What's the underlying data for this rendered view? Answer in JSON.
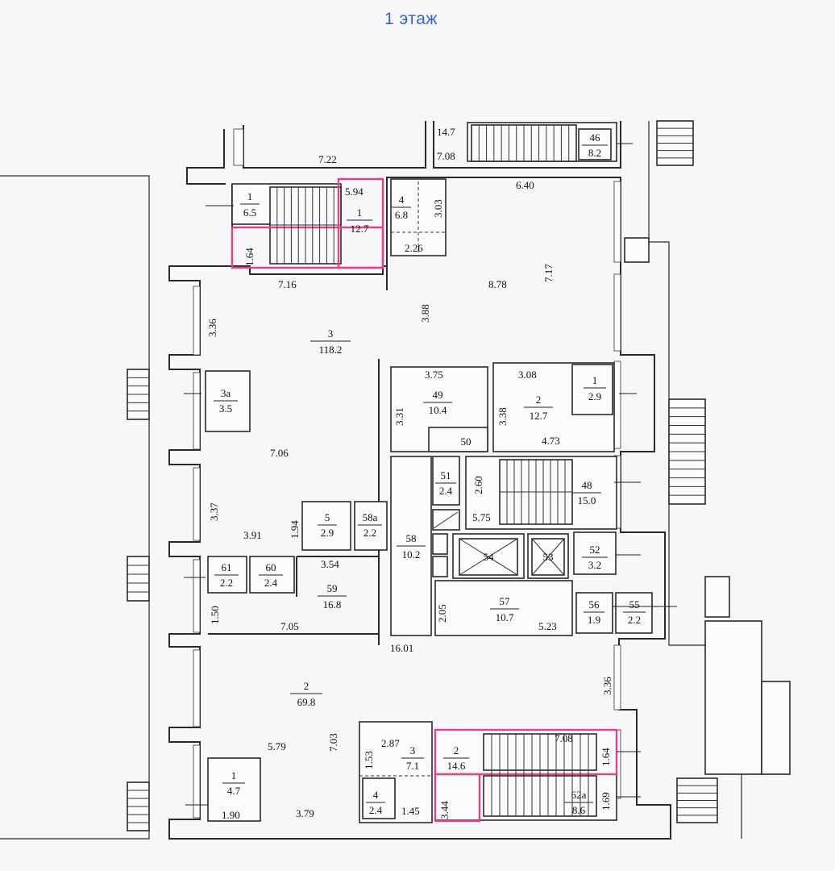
{
  "title": "1 этаж",
  "colors": {
    "title": "#2f67c8",
    "highlight": "#e0418a",
    "line": "#2a2a2a"
  },
  "rooms": [
    {
      "num": "1",
      "area": "6.5"
    },
    {
      "num": "1",
      "area": "12.7"
    },
    {
      "num": "4",
      "area": "6.8"
    },
    {
      "num": "46",
      "area": "8.2"
    },
    {
      "num": "3",
      "area": "118.2"
    },
    {
      "num": "3а",
      "area": "3.5"
    },
    {
      "num": "49",
      "area": "10.4"
    },
    {
      "num": "50",
      "area": ""
    },
    {
      "num": "2",
      "area": "12.7"
    },
    {
      "num": "1",
      "area": "2.9"
    },
    {
      "num": "51",
      "area": "2.4"
    },
    {
      "num": "48",
      "area": "15.0"
    },
    {
      "num": "5",
      "area": "2.9"
    },
    {
      "num": "58а",
      "area": "2.2"
    },
    {
      "num": "58",
      "area": "10.2"
    },
    {
      "num": "54",
      "area": ""
    },
    {
      "num": "53",
      "area": ""
    },
    {
      "num": "52",
      "area": "3.2"
    },
    {
      "num": "61",
      "area": "2.2"
    },
    {
      "num": "60",
      "area": "2.4"
    },
    {
      "num": "59",
      "area": "16.8"
    },
    {
      "num": "57",
      "area": "10.7"
    },
    {
      "num": "56",
      "area": "1.9"
    },
    {
      "num": "55",
      "area": "2.2"
    },
    {
      "num": "2",
      "area": "69.8"
    },
    {
      "num": "3",
      "area": "7.1"
    },
    {
      "num": "2",
      "area": "14.6"
    },
    {
      "num": "1",
      "area": "4.7"
    },
    {
      "num": "4",
      "area": "2.4"
    },
    {
      "num": "62а",
      "area": "8.6"
    }
  ],
  "dims": [
    "14.7",
    "7.08",
    "7.22",
    "5.94",
    "3.03",
    "6.40",
    "2.26",
    "1.64",
    "7.16",
    "8.78",
    "7.17",
    "3.88",
    "3.36",
    "3.75",
    "3.08",
    "3.31",
    "3.38",
    "4.73",
    "7.06",
    "2.60",
    "5.75",
    "3.37",
    "1.94",
    "3.91",
    "3.54",
    "2.05",
    "5.23",
    "1.50",
    "7.05",
    "16.01",
    "3.36",
    "7.03",
    "2.87",
    "7.08",
    "1.64",
    "1.53",
    "5.79",
    "3.44",
    "1.69",
    "1.45",
    "1.90",
    "3.79"
  ]
}
